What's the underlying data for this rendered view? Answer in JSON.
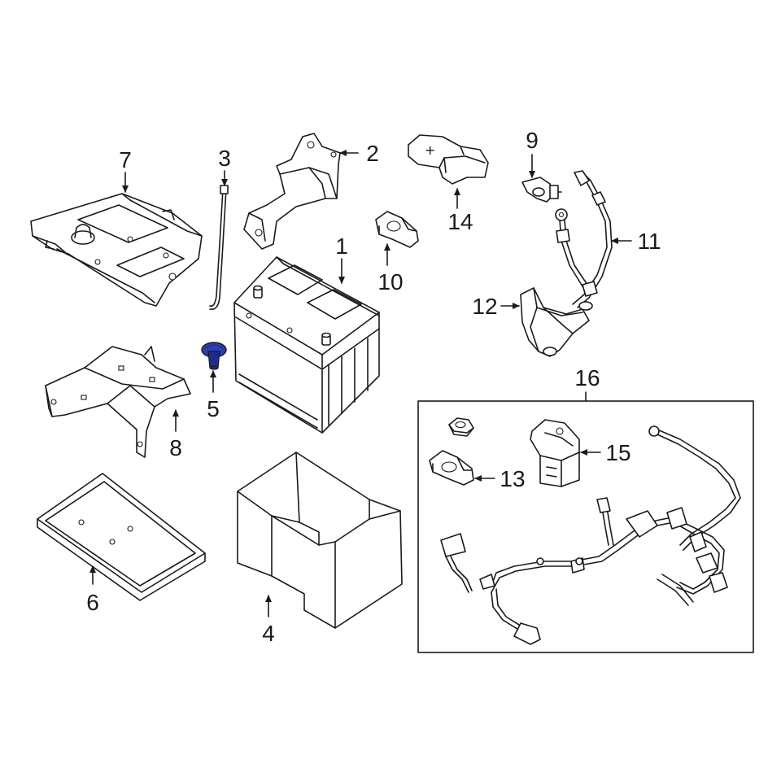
{
  "callouts": {
    "c1": "1",
    "c2": "2",
    "c3": "3",
    "c4": "4",
    "c5": "5",
    "c6": "6",
    "c7": "7",
    "c8": "8",
    "c9": "9",
    "c10": "10",
    "c11": "11",
    "c12": "12",
    "c13": "13",
    "c14": "14",
    "c15": "15",
    "c16": "16"
  },
  "terminal_symbol": "+",
  "highlight_color": "#2b3fb5",
  "highlighted_part": "5"
}
